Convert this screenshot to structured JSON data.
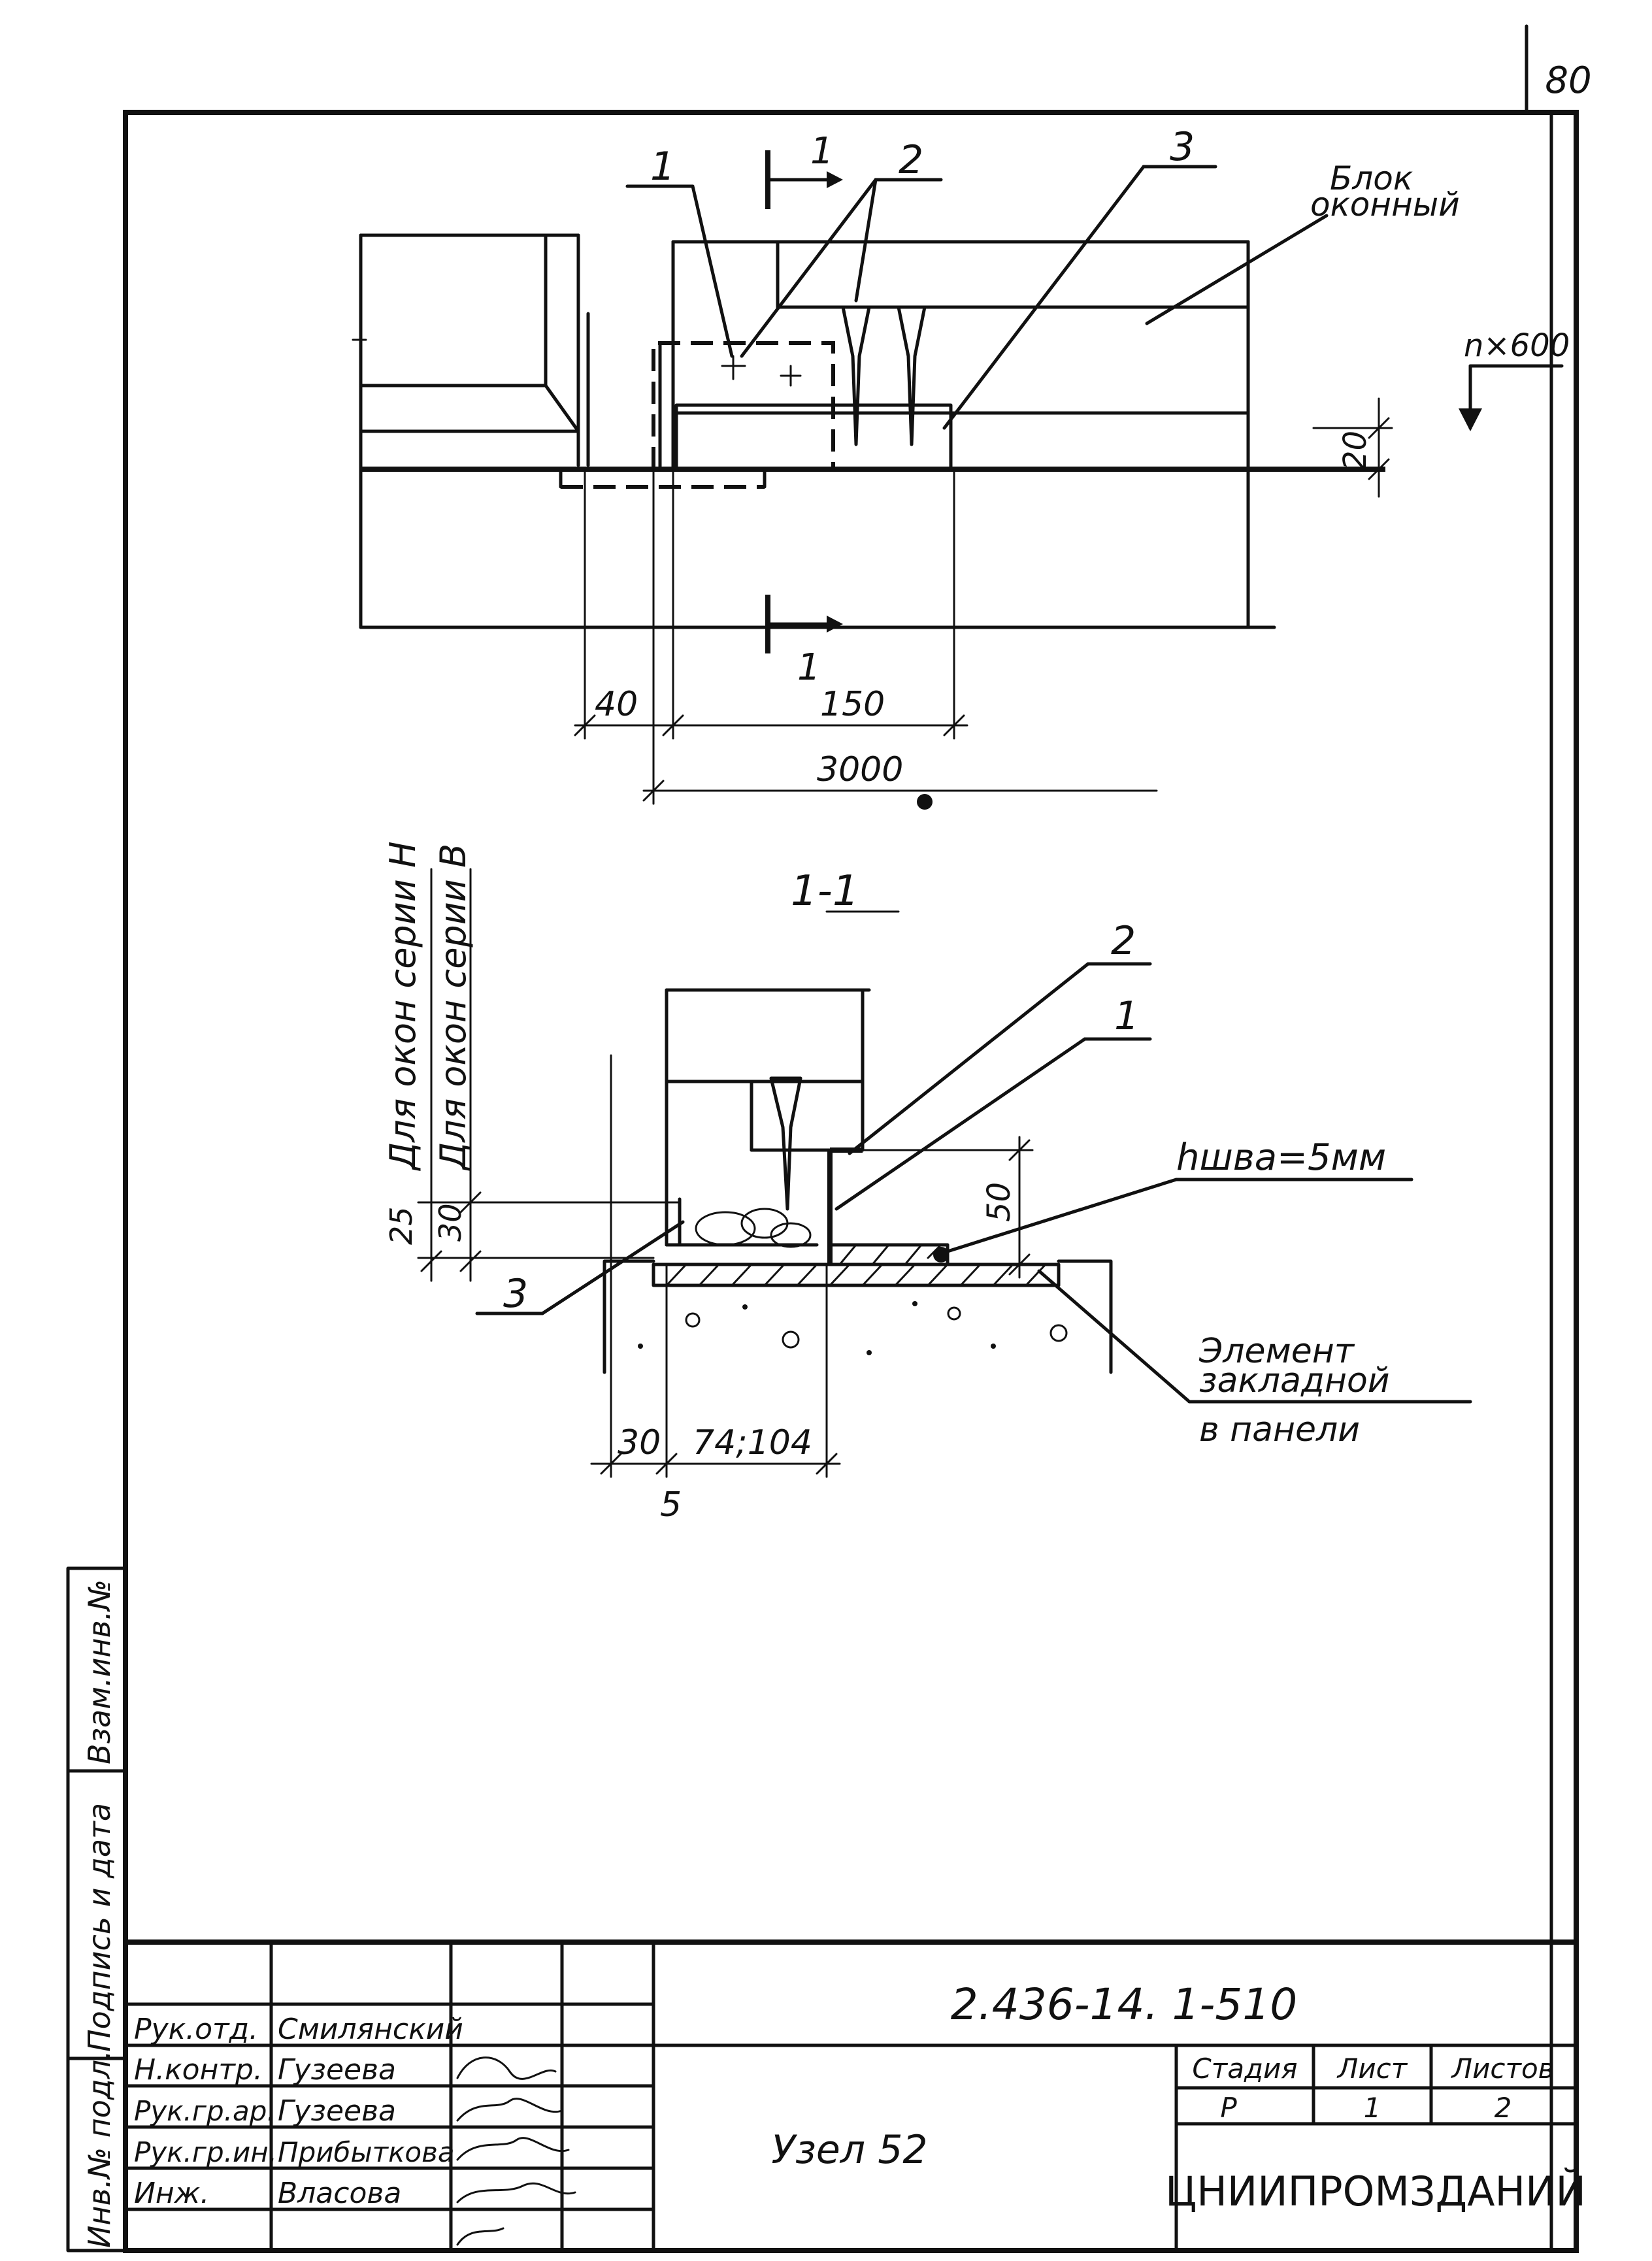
{
  "sheet": {
    "page_number": "80",
    "code": "2.436-14. 1-510",
    "title": "Узел 52",
    "organization": "ЦНИИПРОМЗДАНИЙ"
  },
  "title_block": {
    "headers": {
      "stage": "Стадия",
      "sheet": "Лист",
      "sheets": "Листов"
    },
    "values": {
      "stage": "Р",
      "sheet": "1",
      "sheets": "2"
    },
    "roles": [
      "Рук.отд.",
      "Н.контр.",
      "Рук.гр.ар.",
      "Рук.гр.ин.",
      "Инж."
    ],
    "names": [
      "Смилянский",
      "Гузеева",
      "Гузеева",
      "Прибыткова",
      "Власова"
    ],
    "side_labels": [
      "Инв.№ подл.",
      "Подпись и дата",
      "Взам.инв.№"
    ]
  },
  "plan_view": {
    "callouts": [
      "1",
      "2",
      "3"
    ],
    "window_block_label": [
      "Блок",
      "оконный"
    ],
    "section_mark": "1",
    "spacing": "n×600",
    "dims": {
      "gap": "20",
      "d40": "40",
      "d150": "150",
      "d3000": "3000"
    }
  },
  "section_view": {
    "title": "1-1",
    "note_h": "Для окон серии Н",
    "note_v": "Для окон серии В",
    "callouts": [
      "2",
      "1",
      "3"
    ],
    "weld": "hшва=5мм",
    "embedded": [
      "Элемент",
      "закладной",
      "в панели"
    ],
    "dims": {
      "d25": "25",
      "d30v": "30",
      "d50": "50",
      "d30": "30",
      "d74": "74;104",
      "d5": "5"
    }
  }
}
